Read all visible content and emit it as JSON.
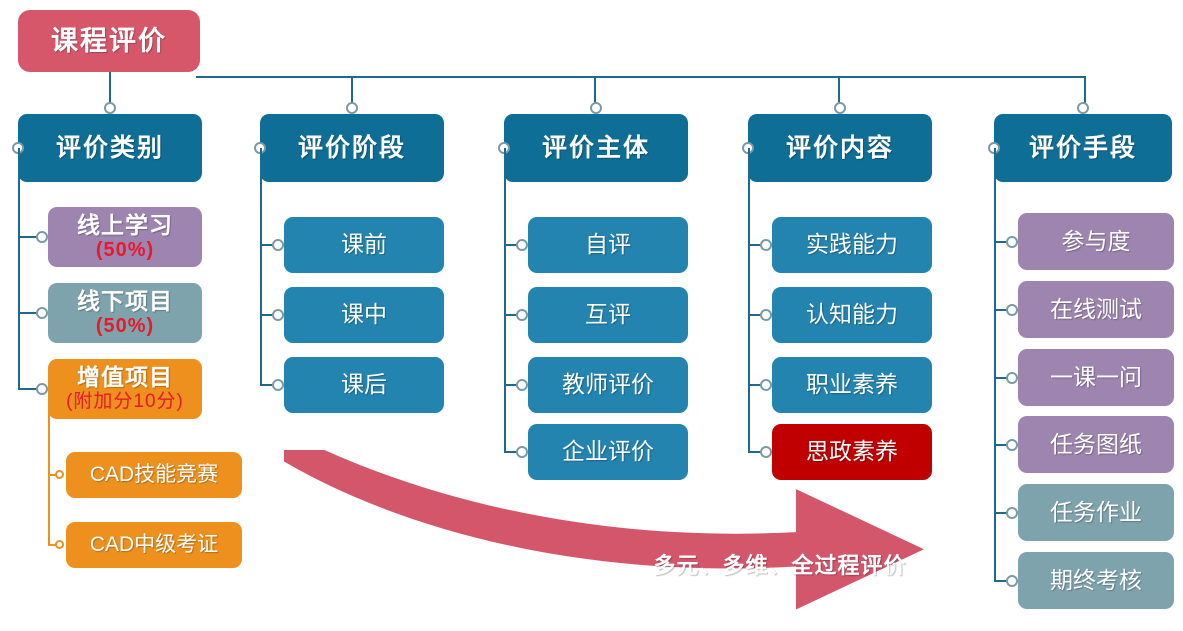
{
  "root": {
    "label": "课程评价",
    "color": "#d6576a"
  },
  "colors": {
    "header_blue": "#0e6e96",
    "sub_blue": "#2384b0",
    "purple": "#9d85b0",
    "slate": "#7fa3ad",
    "orange": "#ed901e",
    "dark_red": "#c00000",
    "connector": "#1f6a8c",
    "percent_red": "#e8192c",
    "arrow": "#d4566a"
  },
  "arrow": {
    "label": "多元、多维、全过程评价"
  },
  "columns": [
    {
      "header": "评价类别",
      "items": [
        {
          "label": "线上学习",
          "note": "(50%)",
          "style": "purple",
          "bold": true
        },
        {
          "label": "线下项目",
          "note": "(50%)",
          "style": "slate",
          "bold": true
        },
        {
          "label": "增值项目",
          "note": "(附加分10分)",
          "style": "orange",
          "bold": true
        }
      ],
      "branch_items": [
        {
          "label": "CAD技能竞赛",
          "style": "orange"
        },
        {
          "label": "CAD中级考证",
          "style": "orange"
        }
      ]
    },
    {
      "header": "评价阶段",
      "items": [
        {
          "label": "课前",
          "style": "blue"
        },
        {
          "label": "课中",
          "style": "blue"
        },
        {
          "label": "课后",
          "style": "blue"
        }
      ],
      "branch_items": []
    },
    {
      "header": "评价主体",
      "items": [
        {
          "label": "自评",
          "style": "blue"
        },
        {
          "label": "互评",
          "style": "blue"
        },
        {
          "label": "教师评价",
          "style": "blue"
        },
        {
          "label": "企业评价",
          "style": "blue"
        }
      ],
      "branch_items": []
    },
    {
      "header": "评价内容",
      "items": [
        {
          "label": "实践能力",
          "style": "blue"
        },
        {
          "label": "认知能力",
          "style": "blue"
        },
        {
          "label": "职业素养",
          "style": "blue"
        },
        {
          "label": "思政素养",
          "style": "darkred"
        }
      ],
      "branch_items": []
    },
    {
      "header": "评价手段",
      "items": [
        {
          "label": "参与度",
          "style": "purple"
        },
        {
          "label": "在线测试",
          "style": "purple"
        },
        {
          "label": "一课一问",
          "style": "purple"
        },
        {
          "label": "任务图纸",
          "style": "purple"
        },
        {
          "label": "任务作业",
          "style": "slate"
        },
        {
          "label": "期终考核",
          "style": "slate"
        }
      ],
      "branch_items": []
    }
  ]
}
